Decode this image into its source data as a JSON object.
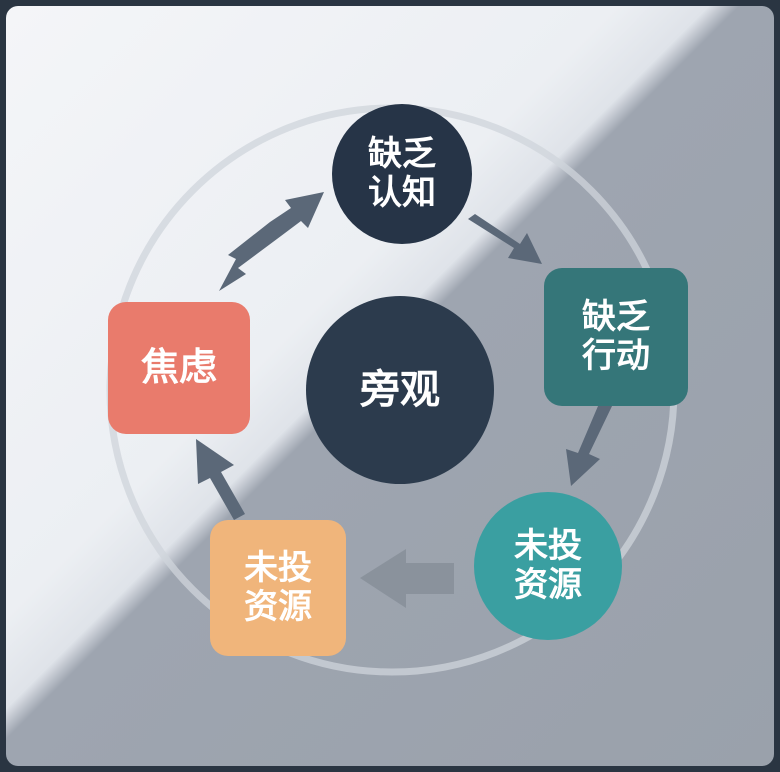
{
  "diagram": {
    "center": {
      "label": "旁观"
    },
    "nodes": [
      {
        "id": "top",
        "line1": "缺乏",
        "line2": "认知"
      },
      {
        "id": "right",
        "line1": "缺乏",
        "line2": "行动"
      },
      {
        "id": "bottomright",
        "line1": "未投",
        "line2": "资源"
      },
      {
        "id": "bottomleft",
        "line1": "未投",
        "line2": "资源"
      },
      {
        "id": "left",
        "line1": "焦虑"
      }
    ],
    "colors": {
      "center": "#2c3b4d",
      "top": "#263447",
      "right": "#357679",
      "bottomright": "#3a9fa1",
      "bottomleft": "#f0b57b",
      "left": "#e97b6c",
      "arrow": "#5b6878",
      "ring": "#cfd4db"
    },
    "edges": [
      {
        "from": "top",
        "to": "right"
      },
      {
        "from": "right",
        "to": "bottomright"
      },
      {
        "from": "bottomright",
        "to": "bottomleft"
      },
      {
        "from": "bottomleft",
        "to": "left"
      },
      {
        "from": "left",
        "to": "top",
        "bidirectional": true
      }
    ]
  }
}
